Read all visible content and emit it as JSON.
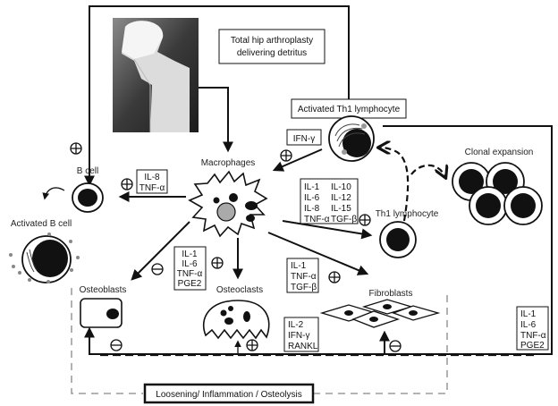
{
  "title_box": {
    "line1": "Total hip arthroplasty",
    "line2": "delivering detritus"
  },
  "xray_image": {
    "description": "X-ray of total hip prosthesis"
  },
  "cells": {
    "macrophages": "Macrophages",
    "b_cell": "B cell",
    "activated_b_cell": "Activated B cell",
    "activated_th1": "Activated Th1 lymphocyte",
    "th1": "Th1 lymphocyte",
    "clonal_expansion": "Clonal expansion",
    "osteoblasts": "Osteoblasts",
    "osteoclasts": "Osteoclasts",
    "fibroblasts": "Fibroblasts"
  },
  "cytokine_boxes": {
    "ifn": [
      "IFN-γ"
    ],
    "bcell": [
      "IL-8",
      "TNF-α"
    ],
    "th1_col1": [
      "IL-1",
      "IL-6",
      "IL-8",
      "TNF-α"
    ],
    "th1_col2": [
      "IL-10",
      "IL-12",
      "IL-15",
      "TGF-β"
    ],
    "osteo": [
      "IL-1",
      "IL-6",
      "TNF-α",
      "PGE2"
    ],
    "fibro": [
      "IL-1",
      "TNF-α",
      "TGF-β"
    ],
    "rankl": [
      "IL-2",
      "IFN-γ",
      "RANKL"
    ],
    "right": [
      "IL-1",
      "IL-6",
      "TNF-α",
      "PGE2"
    ]
  },
  "signs": {
    "plus": "+",
    "minus": "−"
  },
  "outcome_box": "Loosening/ Inflammation / Osteolysis"
}
